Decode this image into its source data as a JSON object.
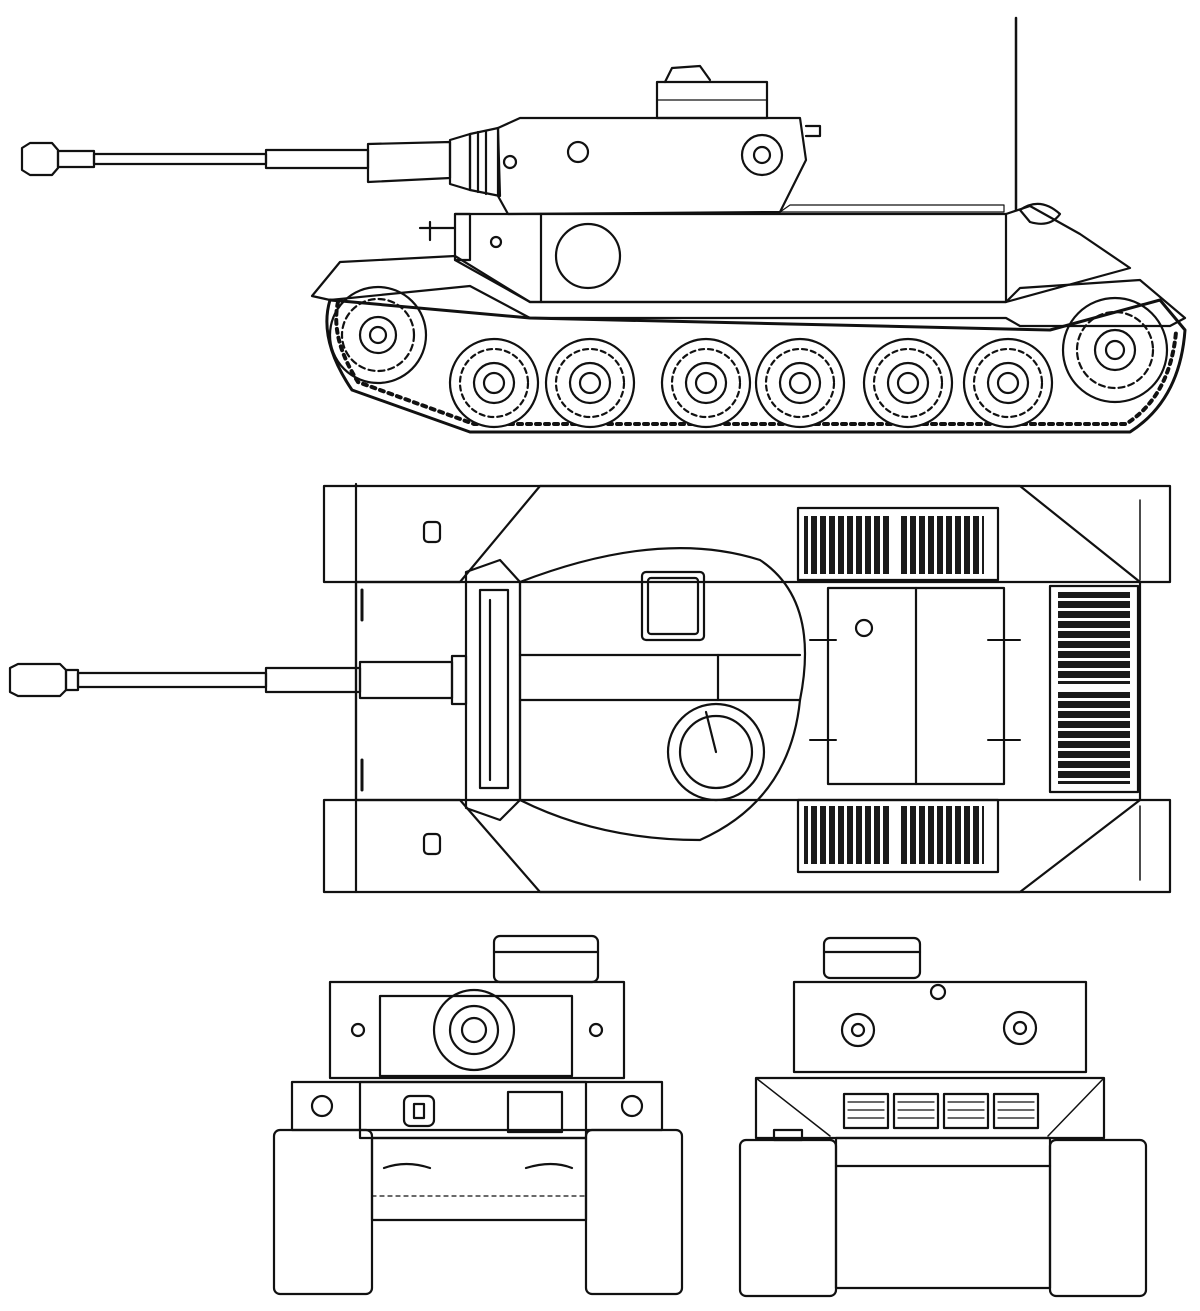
{
  "figure": {
    "subject": "tank-blueprint",
    "views": [
      "side-view",
      "top-view",
      "front-view",
      "rear-view"
    ]
  },
  "colors": {
    "ink": "#111111",
    "paper": "#ffffff",
    "grille": "#1a1a1a"
  },
  "side_view": {
    "road_wheel_count": 6
  },
  "top_view": {
    "rear_grille_count": 2,
    "side_grille_count": 2
  },
  "text": {}
}
